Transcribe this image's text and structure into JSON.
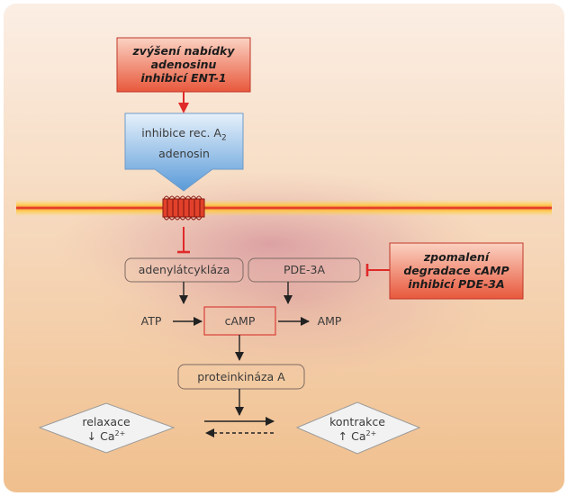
{
  "colors": {
    "background_top": "#fbeee4",
    "background_bottom": "#f0bf8d",
    "red_box_top": "#fbd2c2",
    "red_box_bottom": "#e8583c",
    "blue_box_top": "#e6f1fb",
    "blue_box_bottom": "#5a9bd8",
    "membrane": "#e3342a",
    "inhibit_red": "#e02a2a",
    "arrow_dark": "#222222"
  },
  "boxes": {
    "adenosine_supply": [
      "zvýšení nabídky",
      "adenosinu",
      "inhibicí ENT-1"
    ],
    "receptor": {
      "line1_main": "inhibice rec. A",
      "line1_sub": "2",
      "line2": "adenosin"
    },
    "cAMP_degradation": [
      "zpomalení",
      "degradace cAMP",
      "inhibicí PDE-3A"
    ]
  },
  "nodes": {
    "adenylate_cyclase": "adenylátcykláza",
    "pde3a": "PDE-3A",
    "atp": "ATP",
    "camp": "cAMP",
    "amp": "AMP",
    "pka": "proteinkináza A",
    "relaxation": "relaxace",
    "relaxation_ca": "↓ Ca",
    "contraction": "kontrakce",
    "contraction_ca": "↑ Ca",
    "ca_charge": "2+"
  }
}
